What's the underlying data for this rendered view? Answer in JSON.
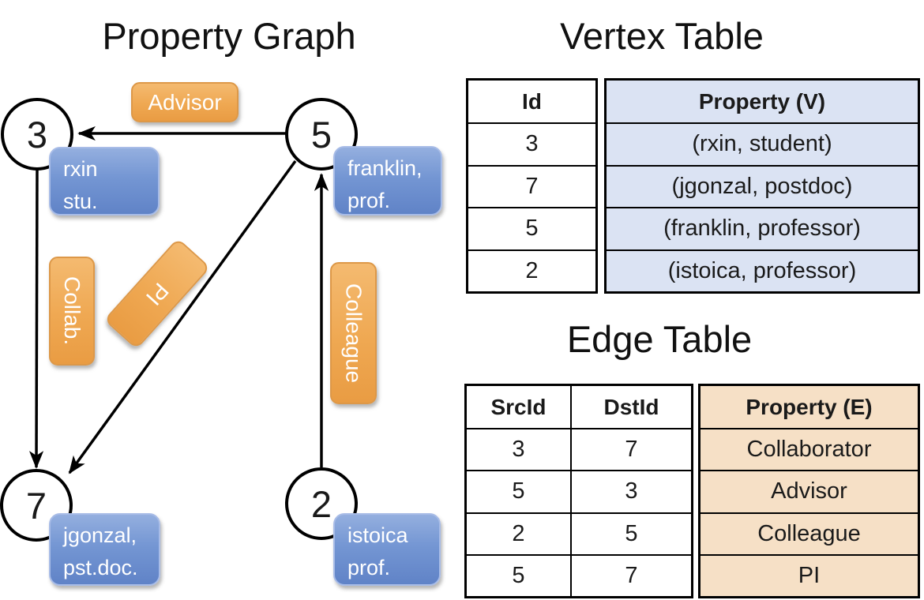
{
  "colors": {
    "node_property_blue": "#7e9cd6",
    "edge_label_orange": "#efa852",
    "vertex_property_fill": "#dbe3f3",
    "edge_property_fill": "#f6e0c6",
    "line_color": "#000000"
  },
  "graph": {
    "title": "Property Graph",
    "nodes": [
      {
        "id": "3",
        "property_lines": [
          "rxin",
          "stu."
        ]
      },
      {
        "id": "5",
        "property_lines": [
          "franklin,",
          "prof."
        ]
      },
      {
        "id": "7",
        "property_lines": [
          "jgonzal,",
          "pst.doc."
        ]
      },
      {
        "id": "2",
        "property_lines": [
          "istoica",
          "prof."
        ]
      }
    ],
    "edge_labels": {
      "advisor": "Advisor",
      "collab": "Collab.",
      "pi": "PI",
      "colleague": "Colleague"
    }
  },
  "vertex_table": {
    "title": "Vertex Table",
    "headers": {
      "id": "Id",
      "property": "Property (V)"
    },
    "rows": [
      {
        "id": "3",
        "property": "(rxin, student)"
      },
      {
        "id": "7",
        "property": "(jgonzal, postdoc)"
      },
      {
        "id": "5",
        "property": "(franklin, professor)"
      },
      {
        "id": "2",
        "property": "(istoica, professor)"
      }
    ]
  },
  "edge_table": {
    "title": "Edge Table",
    "headers": {
      "src": "SrcId",
      "dst": "DstId",
      "property": "Property (E)"
    },
    "rows": [
      {
        "src": "3",
        "dst": "7",
        "property": "Collaborator"
      },
      {
        "src": "5",
        "dst": "3",
        "property": "Advisor"
      },
      {
        "src": "2",
        "dst": "5",
        "property": "Colleague"
      },
      {
        "src": "5",
        "dst": "7",
        "property": "PI"
      }
    ]
  }
}
